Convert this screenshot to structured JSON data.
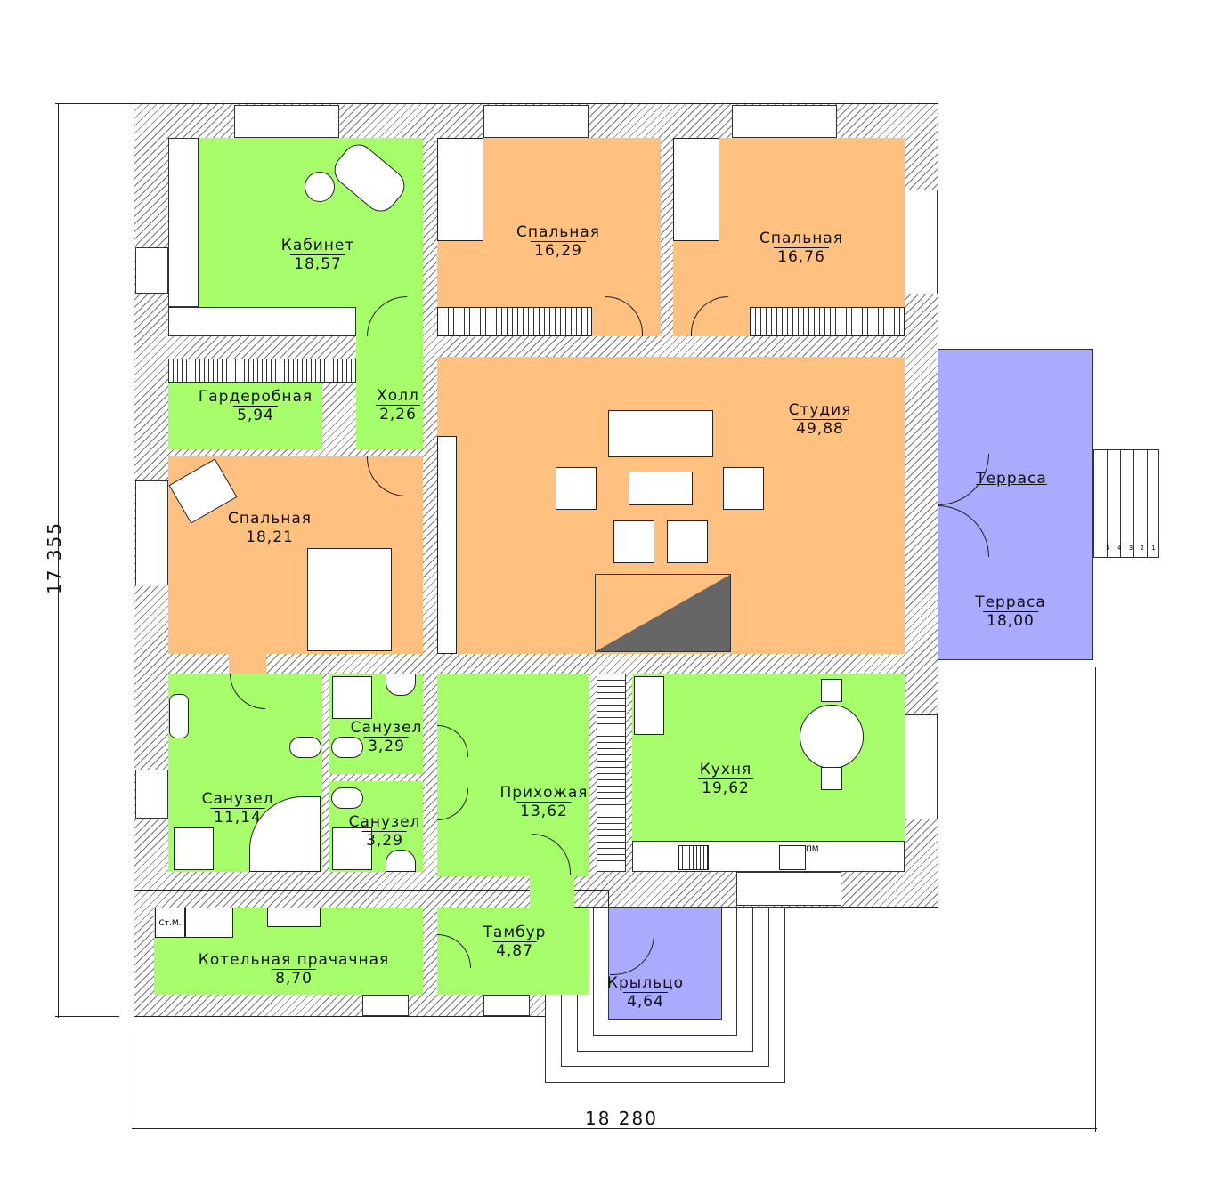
{
  "dimensions": {
    "height": "17 355",
    "width": "18 280"
  },
  "rooms": {
    "kabinet": {
      "name": "Кабинет",
      "area": "18,57"
    },
    "bedroom1": {
      "name": "Спальная",
      "area": "16,29"
    },
    "bedroom2": {
      "name": "Спальная",
      "area": "16,76"
    },
    "garderobnaya": {
      "name": "Гардеробная",
      "area": "5,94"
    },
    "holl": {
      "name": "Холл",
      "area": "2,26"
    },
    "studio": {
      "name": "Студия",
      "area": "49,88"
    },
    "terrace_door": {
      "name": "Терраса"
    },
    "terrace": {
      "name": "Терраса",
      "area": "18,00"
    },
    "bedroom3": {
      "name": "Спальная",
      "area": "18,21"
    },
    "bath_big": {
      "name": "Санузел",
      "area": "11,14"
    },
    "bath_small1": {
      "name": "Санузел",
      "area": "3,29"
    },
    "bath_small2": {
      "name": "Санузел",
      "area": "3,29"
    },
    "hallway": {
      "name": "Прихожая",
      "area": "13,62"
    },
    "kitchen": {
      "name": "Кухня",
      "area": "19,62"
    },
    "boiler": {
      "name": "Котельная прачачная",
      "area": "8,70"
    },
    "tambur": {
      "name": "Тамбур",
      "area": "4,87"
    },
    "porch": {
      "name": "Крыльцо",
      "area": "4,64"
    }
  },
  "fixtures": {
    "washing_machine": "Ст.М.",
    "dishwasher": "ПМ"
  },
  "stairs": {
    "steps": [
      "5",
      "4",
      "3",
      "2",
      "1"
    ]
  },
  "colors": {
    "living": "#ffc080",
    "service": "#a6ff6a",
    "outdoor": "#aaaaff"
  }
}
